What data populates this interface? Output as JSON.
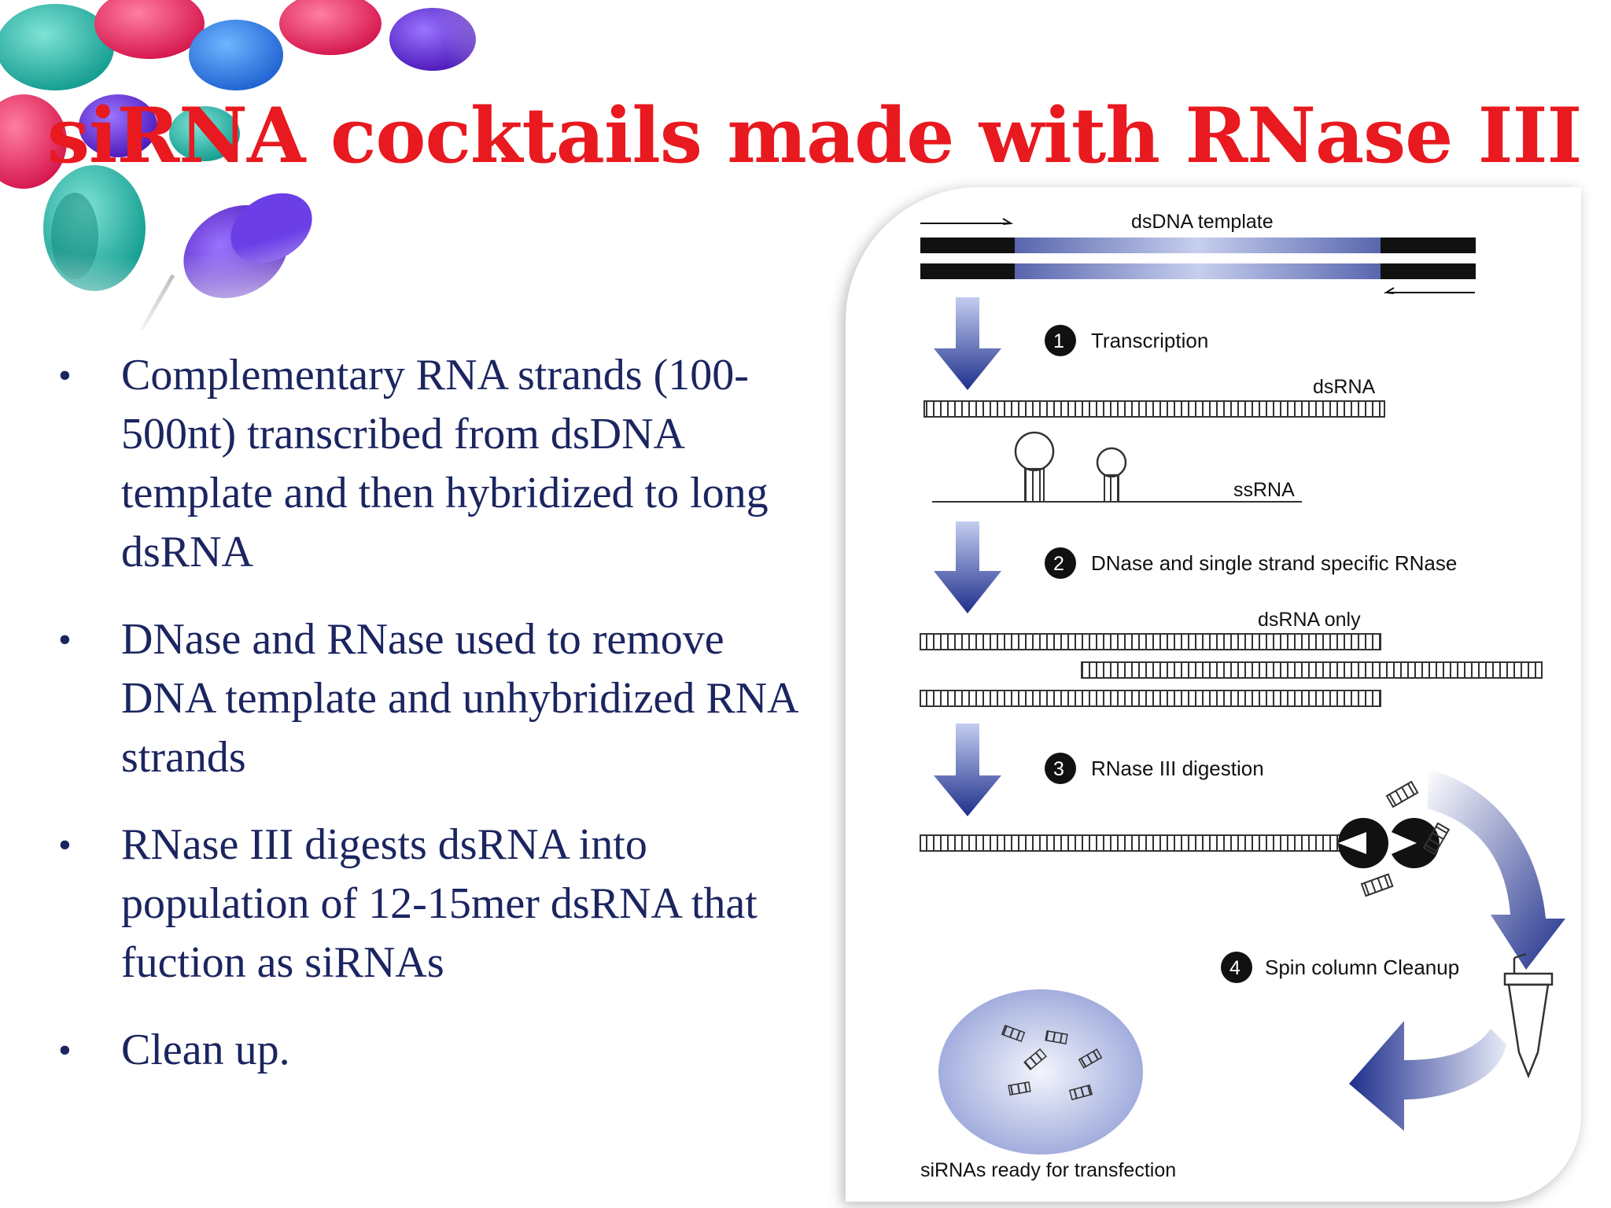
{
  "title": "siRNA cocktails made with RNase III",
  "bullets": [
    "Complementary RNA strands (100-500nt) transcribed from dsDNA template and then hybridized to long dsRNA",
    "DNase and RNase used to remove DNA template and unhybridized RNA strands",
    "RNase  III digests dsRNA into population of 12-15mer dsRNA that fuction as siRNAs",
    "Clean up."
  ],
  "diagram": {
    "dsdna_label": "dsDNA template",
    "steps": [
      {
        "number": "1",
        "label": "Transcription"
      },
      {
        "number": "2",
        "label": "DNase and single strand specific RNase"
      },
      {
        "number": "3",
        "label": "RNase III digestion"
      },
      {
        "number": "4",
        "label": "Spin column Cleanup"
      }
    ],
    "dsrna_label": "dsRNA",
    "ssrna_label": "ssRNA",
    "dsrna_only_label": "dsRNA only",
    "final_label": "siRNAs ready for transfection"
  },
  "colors": {
    "title": "#e8191f",
    "text": "#1b2560",
    "arrow": "#1f2f8c"
  }
}
